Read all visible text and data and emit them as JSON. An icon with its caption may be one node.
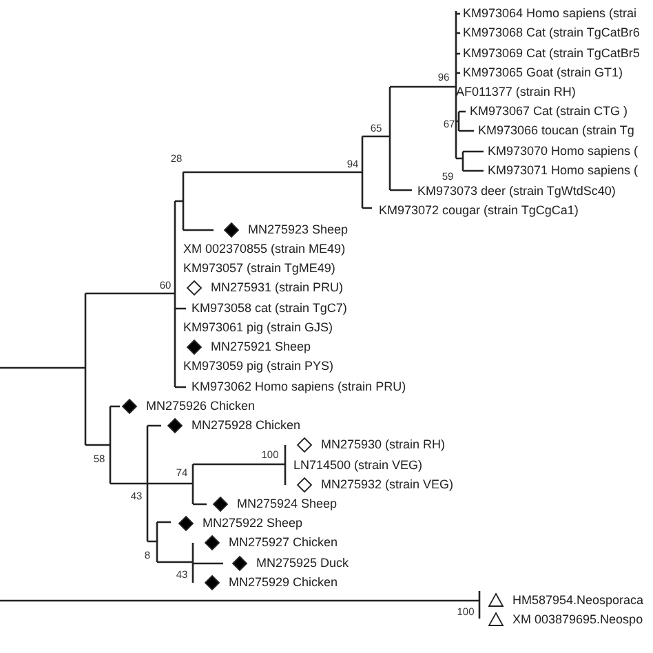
{
  "diagram": {
    "labels": [
      "KM973064 Homo sapiens (strai",
      "KM973068 Cat (strain TgCatBr6",
      "KM973069 Cat (strain TgCatBr5",
      "KM973065 Goat (strain GT1)",
      "AF011377 (strain RH)",
      "KM973067 Cat (strain CTG )",
      "KM973066 toucan (strain Tg",
      "KM973070 Homo sapiens (",
      "KM973071 Homo sapiens (",
      "KM973073 deer (strain TgWtdSc40)",
      "KM973072 cougar (strain TgCgCa1)",
      "MN275923 Sheep",
      "XM 002370855 (strain ME49)",
      "KM973057 (strain TgME49)",
      "MN275931 (strain PRU)",
      "KM973058 cat (strain TgC7)",
      "KM973061 pig (strain GJS)",
      "MN275921 Sheep",
      "KM973059 pig (strain PYS)",
      "KM973062 Homo sapiens (strain PRU)",
      "MN275926 Chicken",
      "MN275928 Chicken",
      "MN275930 (strain RH)",
      "LN714500 (strain VEG)",
      "MN275932 (strain VEG)",
      "MN275924 Sheep",
      "MN275922 Sheep",
      "MN275927 Chicken",
      "MN275925 Duck",
      "MN275929 Chicken",
      "HM587954.Neosporaca",
      "XM 003879695.Neospo",
      "65",
      "96",
      "67",
      "94",
      "28",
      "59",
      "60",
      "100",
      "58",
      "74",
      "43",
      "8",
      "43",
      "100"
    ]
  }
}
